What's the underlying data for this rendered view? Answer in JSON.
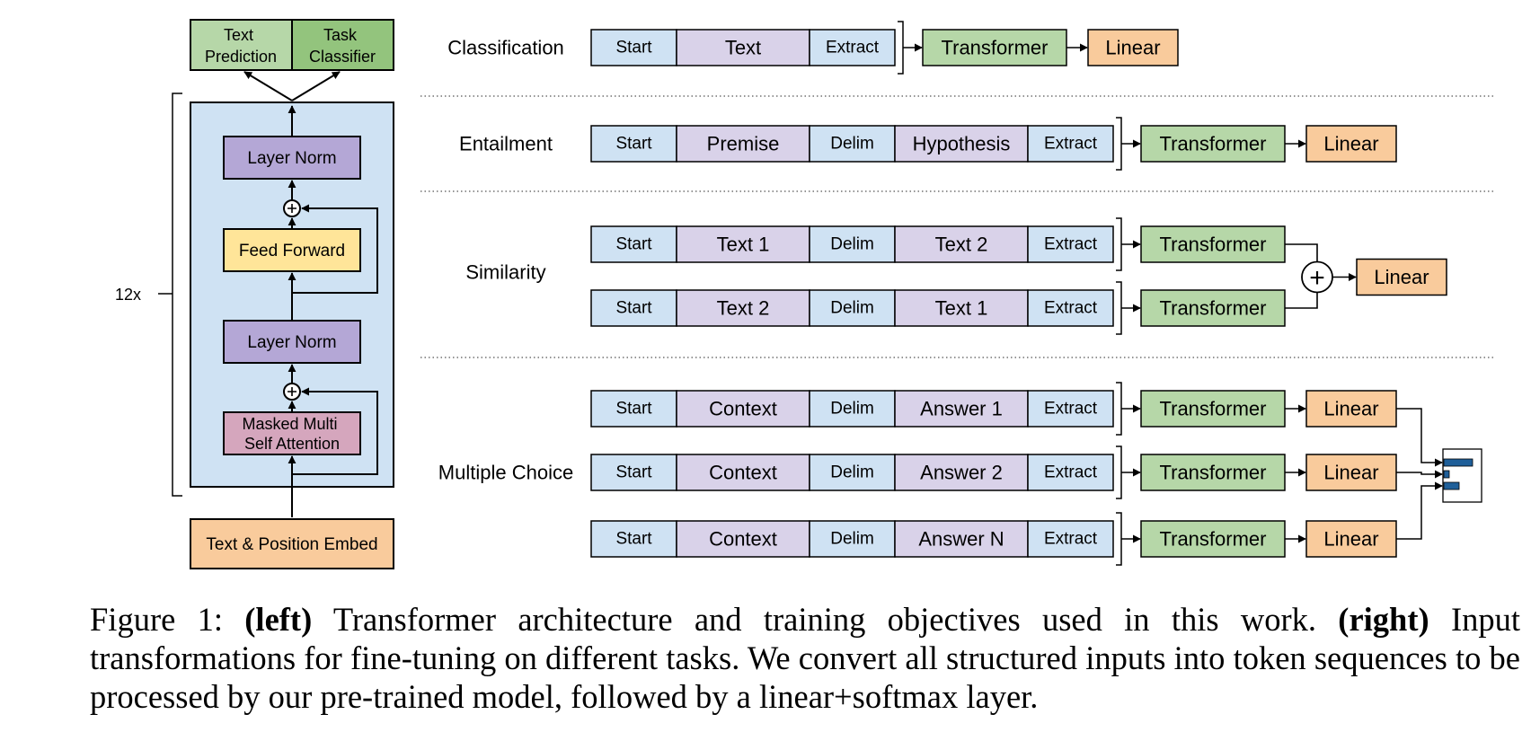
{
  "left_stack": {
    "heads": [
      {
        "lines": [
          "Text",
          "Prediction"
        ]
      },
      {
        "lines": [
          "Task",
          "Classifier"
        ]
      }
    ],
    "repeat_label": "12x",
    "layer_norm_label": "Layer Norm",
    "feed_forward_label": "Feed Forward",
    "attention_lines": [
      "Masked Multi",
      "Self Attention"
    ],
    "embed_label": "Text & Position Embed"
  },
  "tasks": [
    {
      "name": "Classification",
      "rows": [
        [
          "Start",
          "Text",
          "Extract"
        ]
      ],
      "combine": false,
      "multiple_choice": false
    },
    {
      "name": "Entailment",
      "rows": [
        [
          "Start",
          "Premise",
          "Delim",
          "Hypothesis",
          "Extract"
        ]
      ],
      "combine": false,
      "multiple_choice": false
    },
    {
      "name": "Similarity",
      "rows": [
        [
          "Start",
          "Text 1",
          "Delim",
          "Text 2",
          "Extract"
        ],
        [
          "Start",
          "Text 2",
          "Delim",
          "Text 1",
          "Extract"
        ]
      ],
      "combine": true,
      "multiple_choice": false
    },
    {
      "name": "Multiple Choice",
      "rows": [
        [
          "Start",
          "Context",
          "Delim",
          "Answer 1",
          "Extract"
        ],
        [
          "Start",
          "Context",
          "Delim",
          "Answer 2",
          "Extract"
        ],
        [
          "Start",
          "Context",
          "Delim",
          "Answer N",
          "Extract"
        ]
      ],
      "combine": false,
      "multiple_choice": true
    }
  ],
  "transformer_label": "Transformer",
  "linear_label": "Linear",
  "plus_symbol": "+",
  "colors": {
    "start_extract_delim": "#cfe2f3",
    "text_token": "#d9d2e9",
    "transformer": "#b6d7a8",
    "linear": "#f9cb9c",
    "layer_norm": "#b4a7d6",
    "feed_forward": "#ffe599",
    "attention": "#d5a6bd",
    "stack_bg": "#cfe2f3",
    "head_left": "#b6d7a8",
    "head_right": "#93c47d",
    "softmax_bar": "#1f5f99"
  },
  "caption": {
    "figure_label": "Figure 1:",
    "left_tag": "(left)",
    "left_text": "Transformer architecture and training objectives used in this work.",
    "right_tag": "(right)",
    "right_text": "Input transformations for fine-tuning on different tasks.  We convert all structured inputs into token sequences to be processed by our pre-trained model, followed by a linear+softmax layer."
  }
}
